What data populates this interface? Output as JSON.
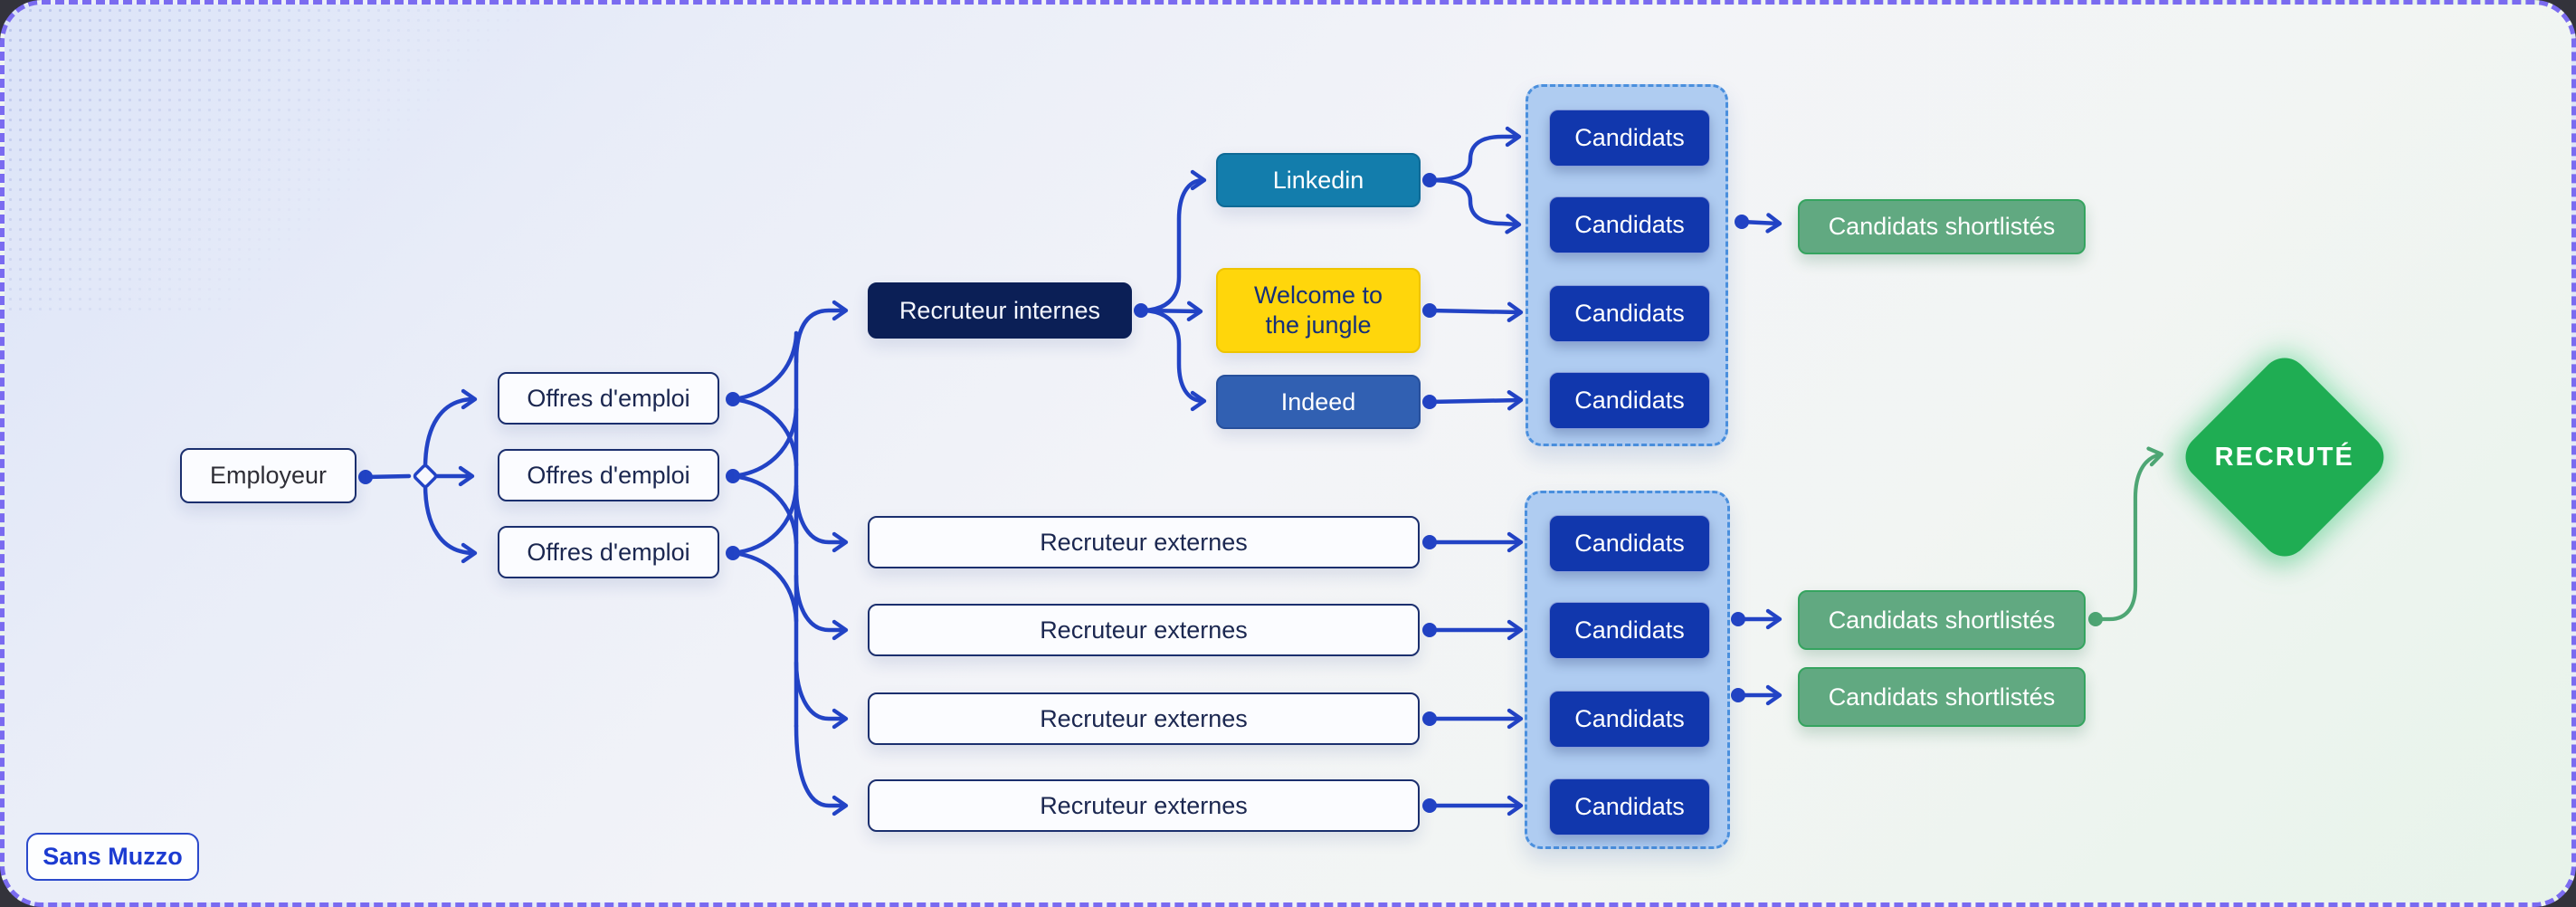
{
  "labels": {
    "employeur": "Employeur",
    "offres": "Offres d'emploi",
    "recruteur_internes": "Recruteur internes",
    "recruteur_externes": "Recruteur externes",
    "linkedin": "Linkedin",
    "welcome_to_the_jungle": "Welcome to the jungle",
    "indeed": "Indeed",
    "candidats": "Candidats",
    "candidats_shortlistes": "Candidats shortlistés",
    "recrute": "RECRUTÉ",
    "brand": "Sans Muzzo"
  },
  "groups": {
    "job_offers_count": 3,
    "internal_recruiters_count": 1,
    "platforms": [
      "Linkedin",
      "Welcome to the jungle",
      "Indeed"
    ],
    "internal_candidate_boxes": 4,
    "external_recruiters_count": 4,
    "external_candidate_boxes": 4,
    "shortlist_boxes": 3,
    "final_state": "RECRUTÉ"
  },
  "colors": {
    "connector_blue": "#2243c5",
    "connector_green": "#4ea674",
    "frame_dash_purple": "#7a6bf0",
    "dark_navy_node": "#0b1f56",
    "linkedin_teal": "#137dac",
    "wttj_yellow": "#ffd60b",
    "indeed_blue": "#3160b2",
    "candidate_blue": "#1137ad",
    "candidate_pool_bg": "#afccf1",
    "pool_dash_blue": "#4a8fdd",
    "shortlist_green": "#61a981",
    "recruited_green": "#1fad53"
  }
}
